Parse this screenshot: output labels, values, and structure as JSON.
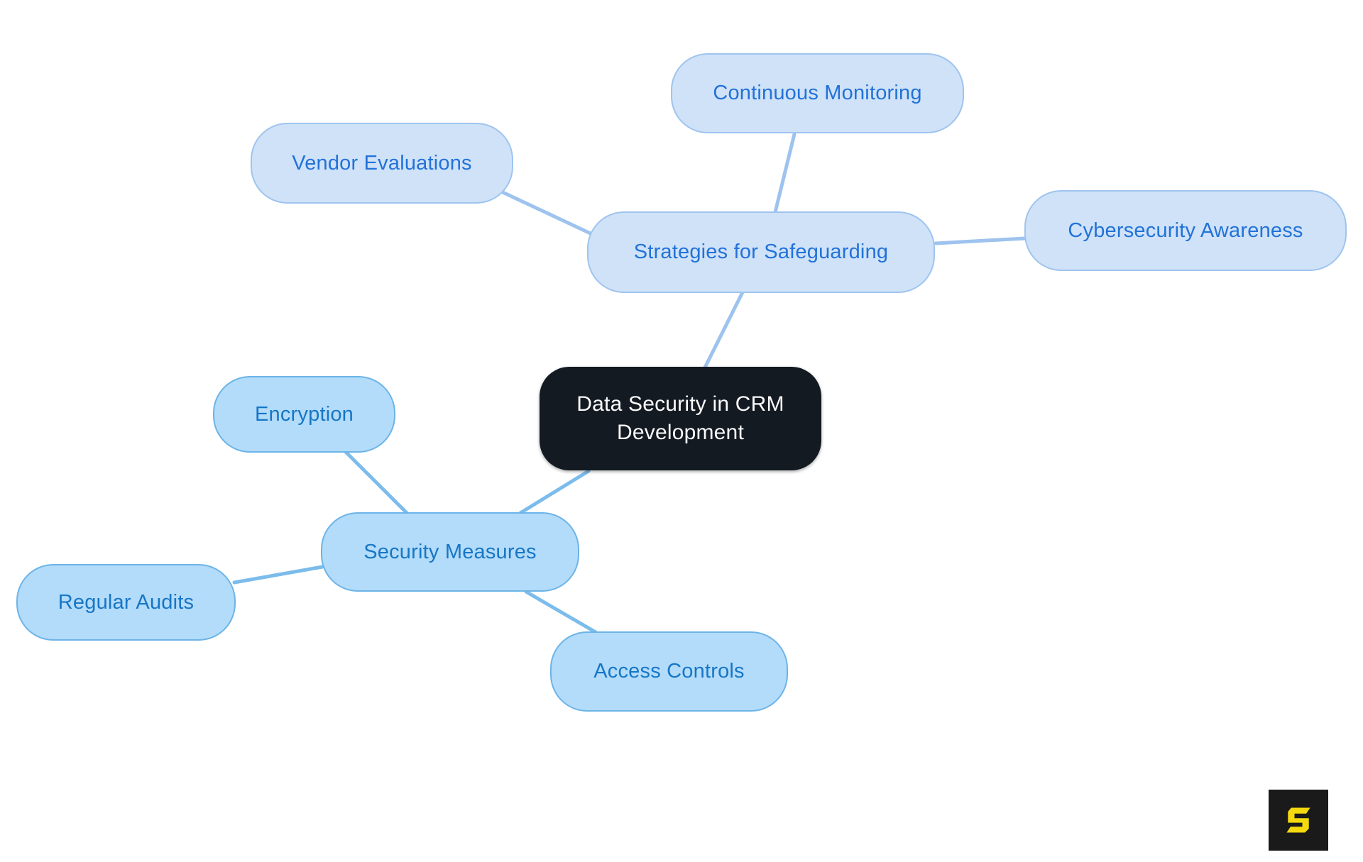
{
  "diagram": {
    "type": "mindmap",
    "root": {
      "id": "central",
      "label": "Data Security in CRM Development"
    },
    "branches": [
      {
        "id": "strategies-for-safeguarding",
        "label": "Strategies for Safeguarding",
        "children": [
          {
            "id": "vendor-evaluations",
            "label": "Vendor Evaluations"
          },
          {
            "id": "continuous-monitoring",
            "label": "Continuous Monitoring"
          },
          {
            "id": "cybersecurity-awareness",
            "label": "Cybersecurity Awareness"
          }
        ]
      },
      {
        "id": "security-measures",
        "label": "Security Measures",
        "children": [
          {
            "id": "encryption",
            "label": "Encryption"
          },
          {
            "id": "regular-audits",
            "label": "Regular Audits"
          },
          {
            "id": "access-controls",
            "label": "Access Controls"
          }
        ]
      }
    ]
  },
  "icons": {
    "brand_logo": "s-logo-icon"
  },
  "colors": {
    "background": "#ffffff",
    "root_fill": "#141a22",
    "root_text": "#fafafa",
    "branch1_fill": "#cfe2f8",
    "branch1_border": "#9fc4ee",
    "branch1_text": "#2272d8",
    "branch1_line": "#9dc3ee",
    "branch2_fill": "#b3dcfa",
    "branch2_border": "#6cb4e8",
    "branch2_text": "#1776c5",
    "branch2_line": "#7cbcec",
    "logo_bg": "#1a1a1a",
    "logo_glyph": "#f5d90f"
  }
}
